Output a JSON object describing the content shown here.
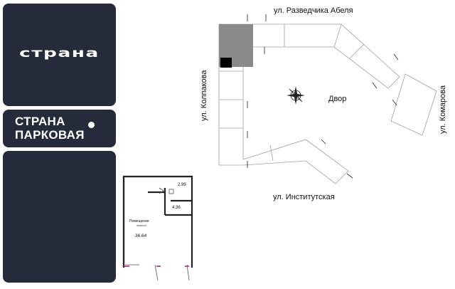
{
  "logo": {
    "wordmark": "страна"
  },
  "brand": {
    "line1": "СТРАНА",
    "line2": "ПАРКОВАЯ"
  },
  "floorplan": {
    "room_small_area": "2.99",
    "room_mid_area": "4.36",
    "room_main_label": "Помещение",
    "room_main_sublabel": "нежилое",
    "room_main_area": "36.64"
  },
  "siteplan": {
    "street_north": "ул. Разведчика Абеля",
    "street_west": "ул. Колпакова",
    "street_east": "ул. Комарова",
    "street_south": "ул. Институтская",
    "courtyard_label": "Двор"
  },
  "colors": {
    "panel_bg": "#252b3a",
    "highlight_block": "#8a8a8a",
    "highlight_unit": "#000000",
    "wall": "#222222",
    "entrance_mark": "#c21f8a"
  }
}
